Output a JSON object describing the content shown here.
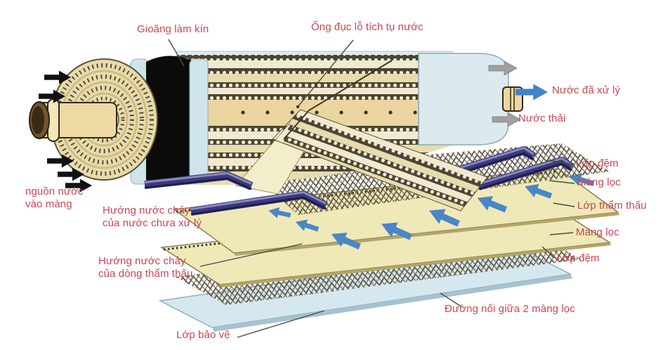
{
  "labels": {
    "gasket": "Gioăng làm kín",
    "collector_tube": "Ống đục lỗ tích tụ nước",
    "treated_water": "Nước đã xử lý",
    "waste_water": "Nước thải",
    "spacer_top": "Lớp đệm",
    "membrane_top": "Màng lọc",
    "permeate_layer": "Lớp thẩm thấu",
    "membrane_bottom": "Màng lọc",
    "spacer_bottom": "Lớp đệm",
    "feed_source": "nguồn nước\nvào màng",
    "feed_flow_direction": "Hướng nước chảy\ncủa nước chưa xử lý",
    "permeate_flow_direction": "Hướng nước chảy\ncủa dòng thẩm thấu",
    "membrane_seam": "Đường nối giữa 2 màng lọc",
    "protective_layer": "Lớp bảo vệ"
  },
  "colors": {
    "label_red": "#cc4550",
    "treated_arrow_blue": "#4282c8",
    "waste_arrow_gray": "#a0a0a0",
    "feed_arrow_black": "#111111",
    "permeate_arrow_blue": "#4a86c8",
    "feed_channel_navy": "#3c3a78",
    "casing_light_blue": "#dceaf0",
    "membrane_sheet_yellow": "#efe9b8",
    "protective_sheet_blue": "#d6e8ef",
    "gasket_black": "#0b0b0b"
  }
}
